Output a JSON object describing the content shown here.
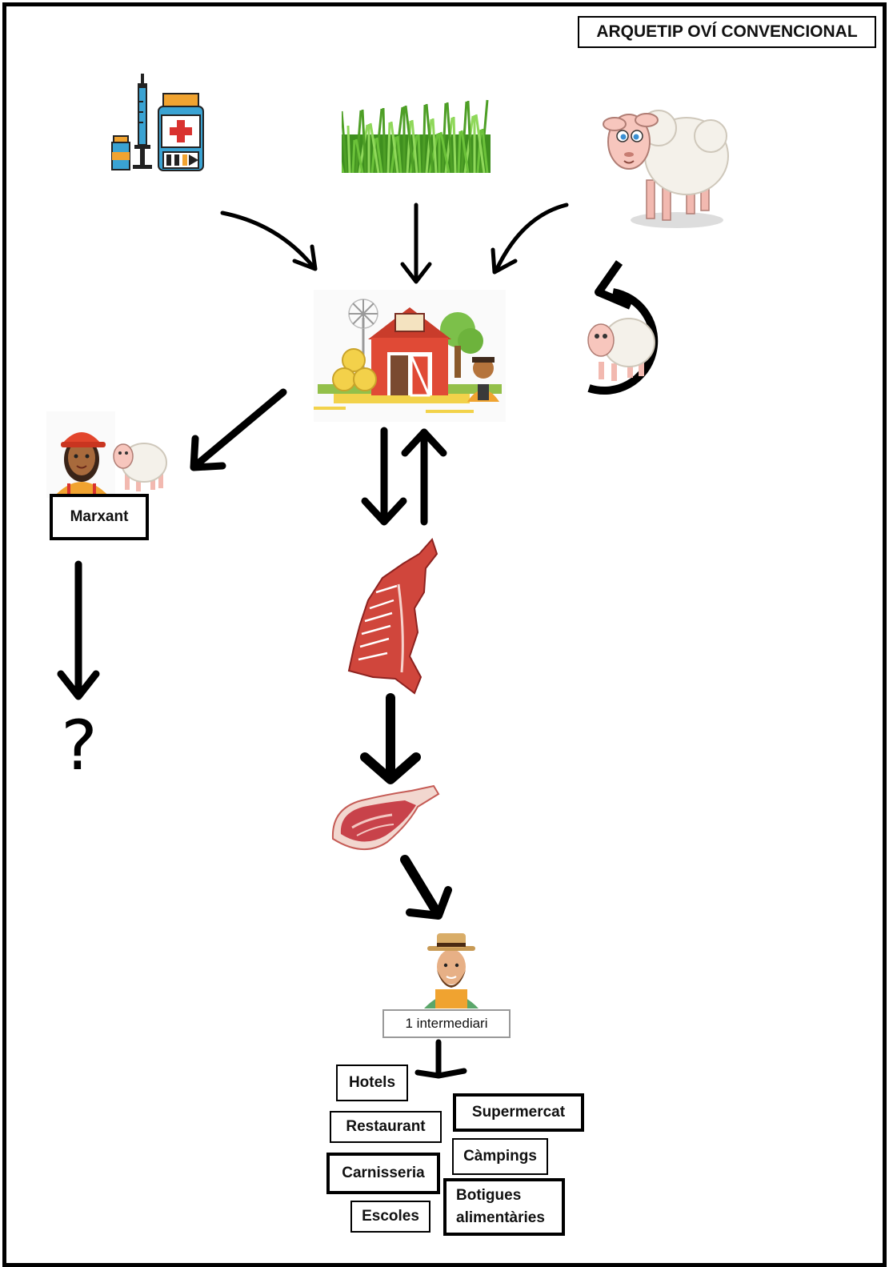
{
  "title": "ARQUETIP OVÍ CONVENCIONAL",
  "icons": {
    "inputs": [
      "medicine-icon",
      "grass-icon",
      "sheep-icon"
    ],
    "farm": "farm-icon",
    "replacement": "sheep-cycle-icon",
    "merchant": "merchant-icon",
    "carcass": "carcass-icon",
    "meat_cut": "meat-cut-icon",
    "intermediary": "intermediary-icon"
  },
  "merchant": {
    "label": "Marxant",
    "outcome": "?"
  },
  "intermediary": {
    "label": "1 intermediari"
  },
  "destinations": [
    "Hotels",
    "Restaurant",
    "Carnisseria",
    "Escoles",
    "Supermercat",
    "Càmpings",
    "Botigues alimentàries"
  ]
}
